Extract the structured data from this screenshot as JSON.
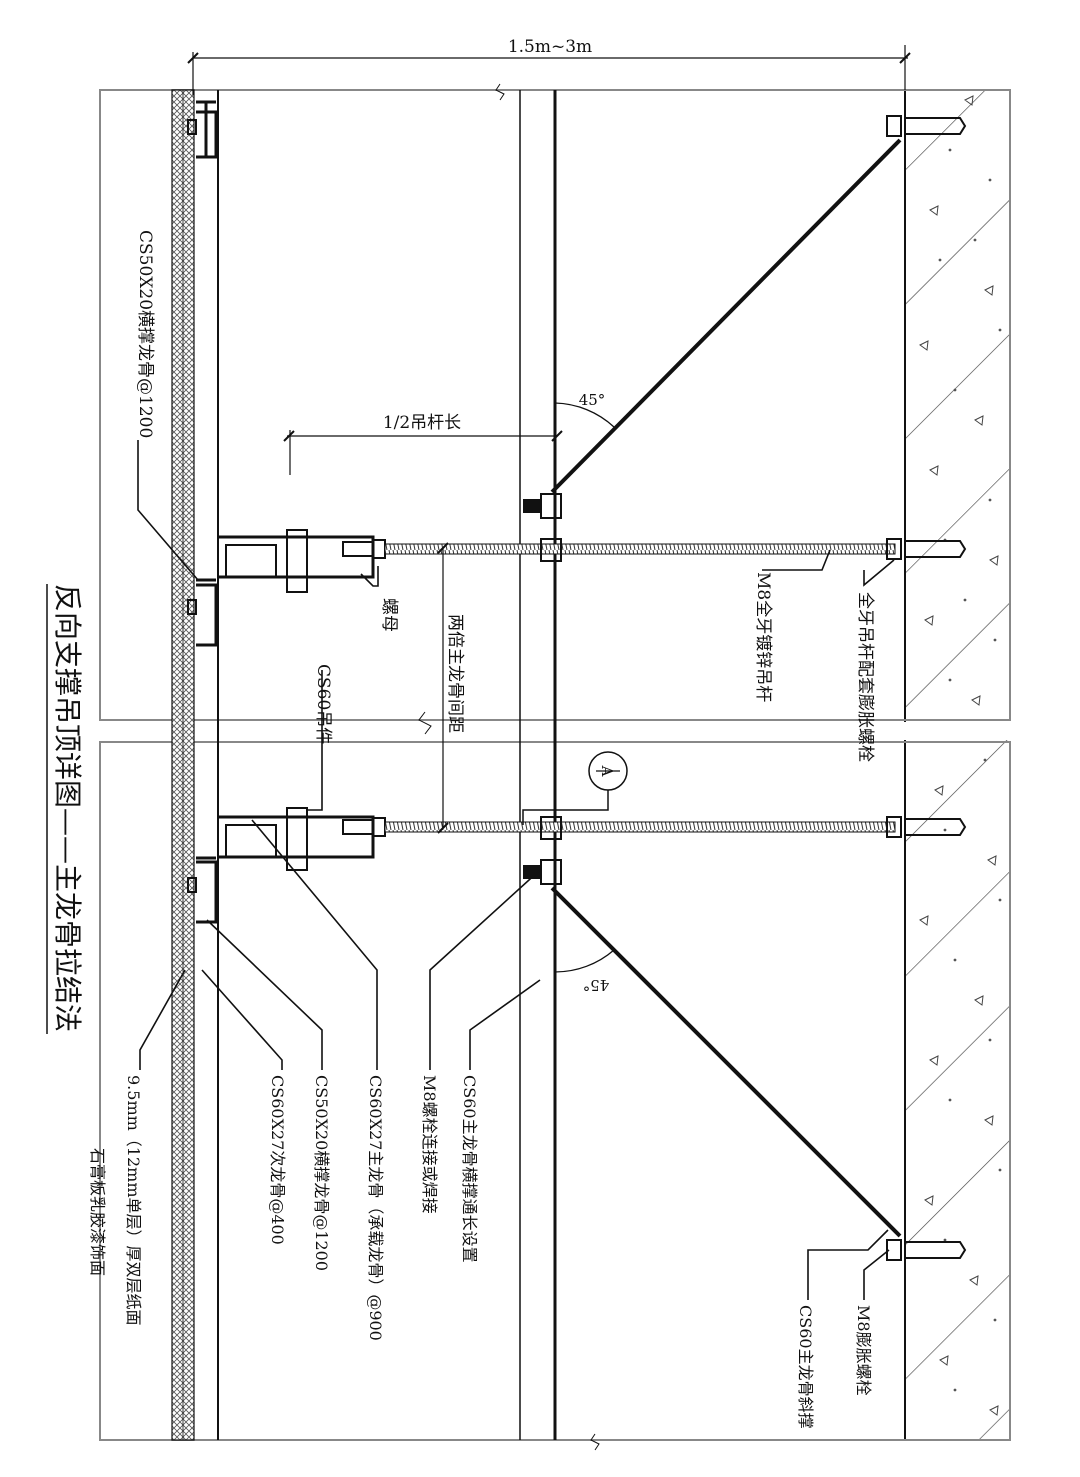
{
  "title": "反向支撑吊顶详图——主龙骨拉结法",
  "dimensions": {
    "overall": "1.5m~3m",
    "half_rod": "1/2吊杆长",
    "double_spacing": "两倍主龙骨间距"
  },
  "angles": {
    "upper": "45°",
    "lower": "45°"
  },
  "section_marker": "A",
  "labels": {
    "cs50_top": "CS50X20横撑龙骨@1200",
    "nut": "螺母",
    "cs60_hanger": "CS60吊件",
    "m8_rod": "M8全牙镀锌吊杆",
    "anchor_rod": "全牙吊杆配套膨胀螺栓",
    "gypsum_1": "9.5mm（12mm单层）厚双层纸面",
    "gypsum_2": "石膏板乳胶漆饰面",
    "cs60_secondary": "CS60X27次龙骨@400",
    "cs50_bottom": "CS50X20横撑龙骨@1200",
    "cs60_main": "CS60X27主龙骨（承载龙骨）@900",
    "m8_bolt": "M8螺栓连接或焊接",
    "cs60_tie": "CS60主龙骨横撑通长设置",
    "m8_expansion": "M8膨胀螺栓",
    "cs60_brace": "CS60主龙骨斜撑"
  },
  "colors": {
    "line": "#111111",
    "frame": "#888888",
    "background": "#ffffff"
  }
}
